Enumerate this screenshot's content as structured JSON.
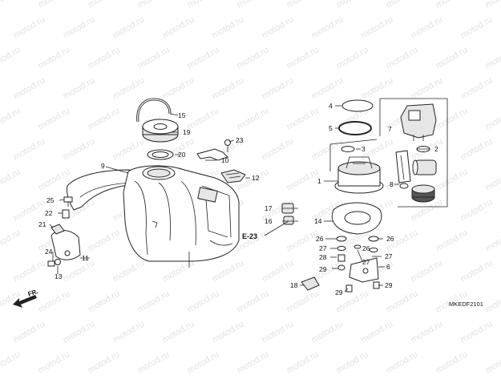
{
  "watermark": "motod.ru",
  "catalog_code": "MKEDF2101",
  "ref_label": "E-23",
  "fr_label": "FR.",
  "callouts": {
    "n1": "1",
    "n2": "2",
    "n3": "3",
    "n4": "4",
    "n5": "5",
    "n6": "6",
    "n7": "7",
    "n8": "8",
    "n9": "9",
    "n10": "10",
    "n11": "11",
    "n12": "12",
    "n13": "13",
    "n14": "14",
    "n15": "15",
    "n16": "16",
    "n17": "17",
    "n18": "18",
    "n19": "19",
    "n20": "20",
    "n21": "21",
    "n22": "22",
    "n23": "23",
    "n24": "24",
    "n25": "25",
    "n26a": "26",
    "n26b": "26",
    "n26c": "26",
    "n27a": "27",
    "n27b": "27",
    "n27c": "27",
    "n28": "28",
    "n29a": "29",
    "n29b": "29",
    "n29c": "29"
  }
}
